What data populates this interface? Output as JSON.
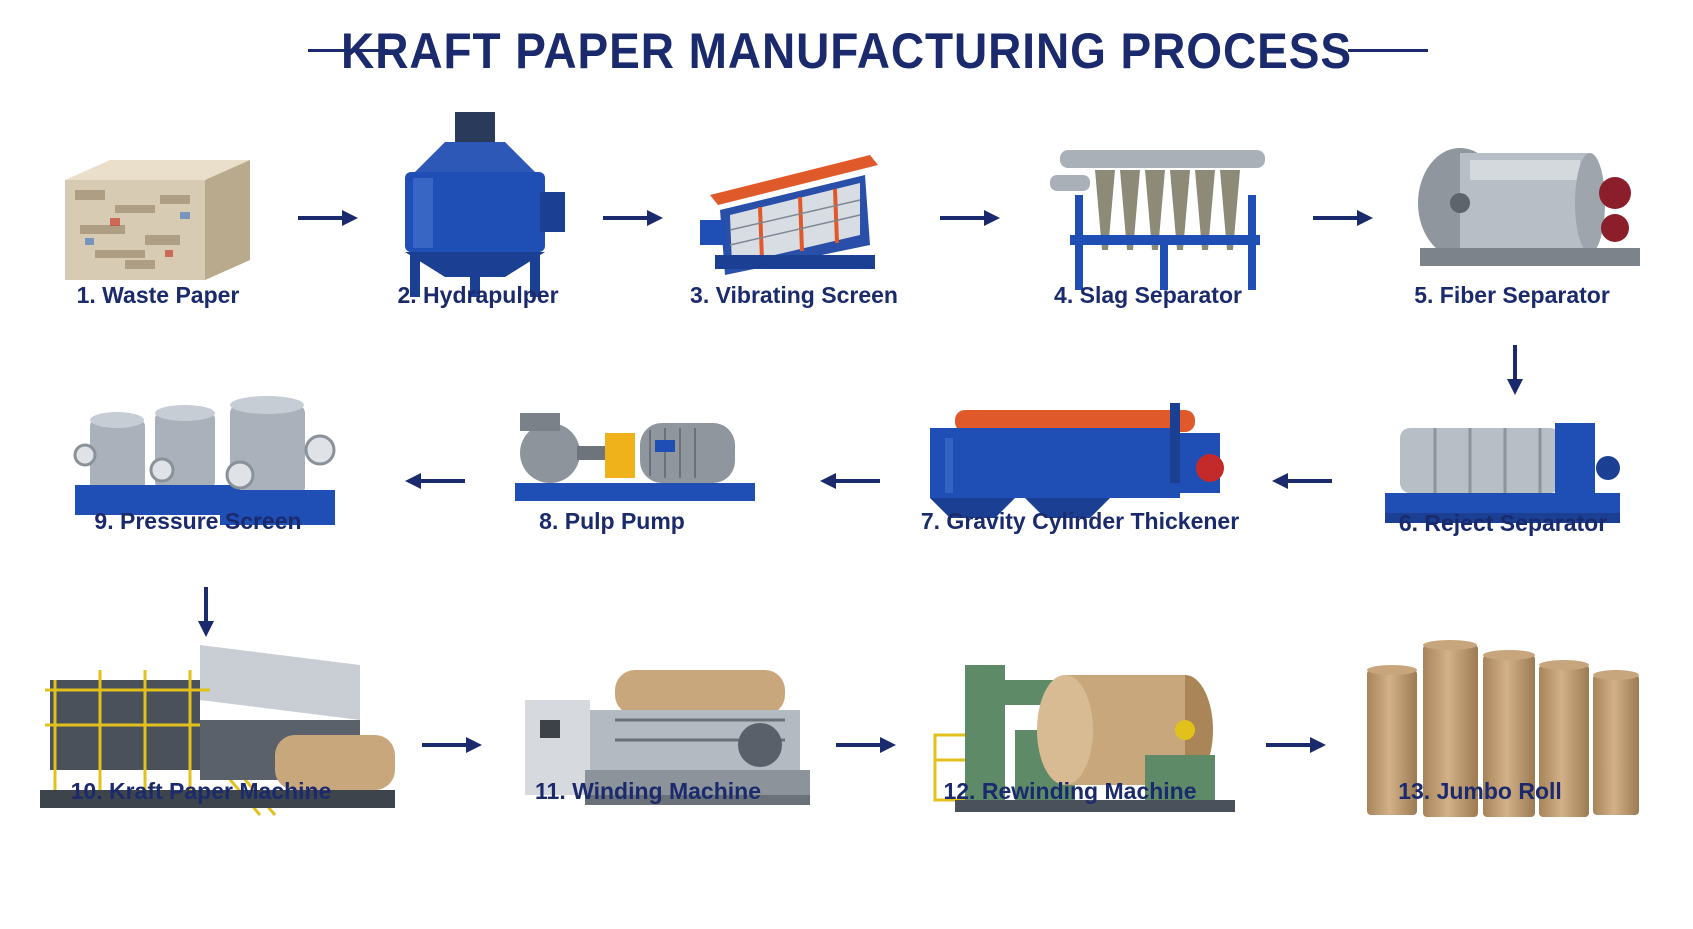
{
  "title": "KRAFT PAPER MANUFACTURING PROCESS",
  "colors": {
    "navy": "#1a2a6c",
    "machine_blue": "#1f4fb5",
    "steel": "#a9b0b8",
    "kraft": "#c9a77d",
    "orange": "#e0592a",
    "green": "#5e8a68"
  },
  "steps": [
    {
      "label": "1. Waste Paper",
      "icon": "waste-paper-bale-icon"
    },
    {
      "label": "2. Hydrapulper",
      "icon": "hydrapulper-icon"
    },
    {
      "label": "3. Vibrating Screen",
      "icon": "vibrating-screen-icon"
    },
    {
      "label": "4. Slag Separator",
      "icon": "slag-separator-icon"
    },
    {
      "label": "5. Fiber Separator",
      "icon": "fiber-separator-icon"
    },
    {
      "label": "6. Reject Separator",
      "icon": "reject-separator-icon"
    },
    {
      "label": "7. Gravity Cylinder Thickener",
      "icon": "gravity-thickener-icon"
    },
    {
      "label": "8. Pulp Pump",
      "icon": "pulp-pump-icon"
    },
    {
      "label": "9. Pressure Screen",
      "icon": "pressure-screen-icon"
    },
    {
      "label": "10. Kraft Paper Machine",
      "icon": "paper-machine-icon"
    },
    {
      "label": "11. Winding Machine",
      "icon": "winding-machine-icon"
    },
    {
      "label": "12. Rewinding Machine",
      "icon": "rewinding-machine-icon"
    },
    {
      "label": "13. Jumbo Roll",
      "icon": "jumbo-roll-icon"
    }
  ]
}
